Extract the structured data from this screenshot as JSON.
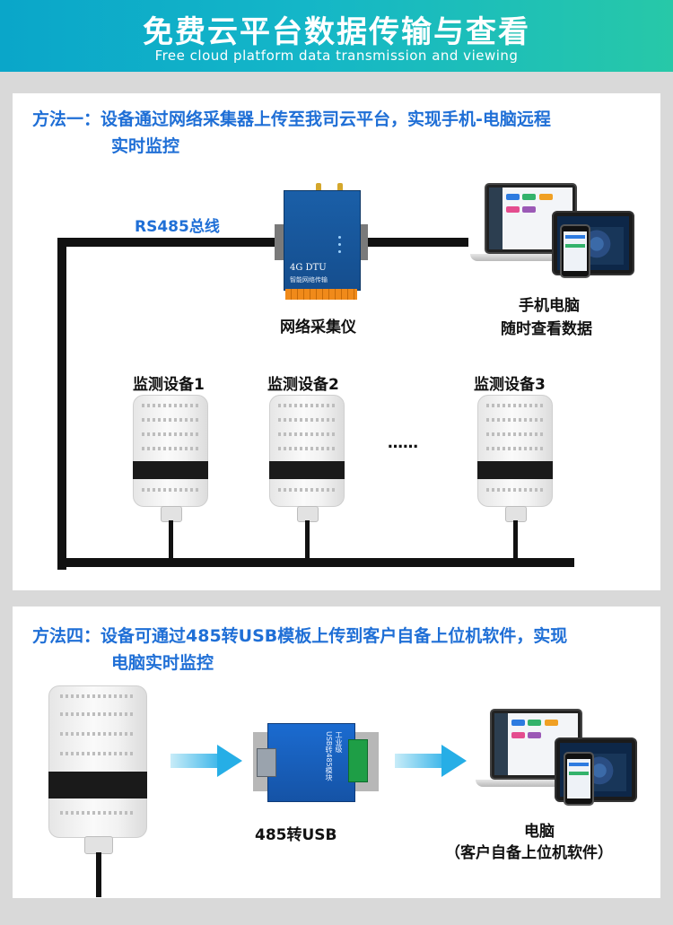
{
  "header": {
    "title": "免费云平台数据传输与查看",
    "subtitle": "Free cloud platform data transmission and viewing"
  },
  "method1": {
    "line1": "方法一：设备通过网络采集器上传至我司云平台，实现手机-电脑远程",
    "line2": "实时监控",
    "bus_label": "RS485总线",
    "collector_label": "网络采集仪",
    "dtu_text": "4G DTU",
    "dtu_subtext": "智能网络传输",
    "viewer_label_1": "手机电脑",
    "viewer_label_2": "随时查看数据",
    "device1": "监测设备1",
    "device2": "监测设备2",
    "device3": "监测设备3",
    "ellipsis": "……"
  },
  "method4": {
    "line1": "方法四：设备可通过485转USB模板上传到客户自备上位机软件，实现",
    "line2": "电脑实时监控",
    "converter_label": "485转USB",
    "pc_label_1": "电脑",
    "pc_label_2": "（客户自备上位机软件）"
  },
  "colors": {
    "accent_blue": "#1f6fd6",
    "banner_start": "#0aa6c9",
    "banner_end": "#27c8a8",
    "arrow": "#26aee6"
  }
}
